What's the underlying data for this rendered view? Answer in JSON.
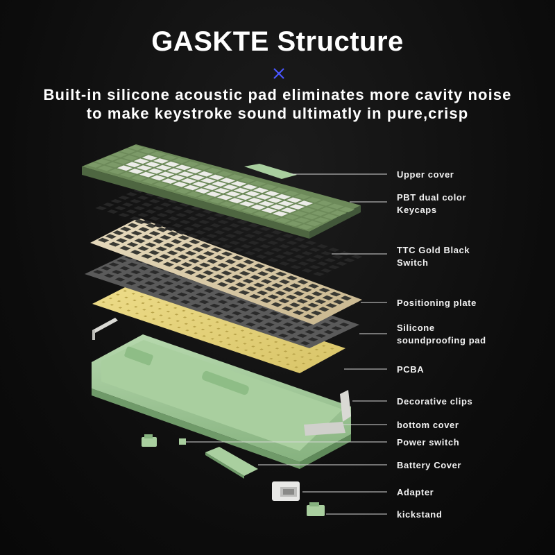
{
  "header": {
    "title": "GASKTE Structure",
    "subtitle_line1": "Built-in silicone acoustic pad eliminates more cavity noise",
    "subtitle_line2": "to make keystroke sound ultimatly in pure,crisp",
    "accent_color": "#4a56ff"
  },
  "components": [
    {
      "label": "Upper cover"
    },
    {
      "label": "PBT dual color\nKeycaps"
    },
    {
      "label": "TTC Gold Black\nSwitch"
    },
    {
      "label": "Positioning plate"
    },
    {
      "label": "Silicone\nsoundproofing pad"
    },
    {
      "label": "PCBA"
    },
    {
      "label": "Decorative clips"
    },
    {
      "label": "bottom cover"
    },
    {
      "label": "Power switch"
    },
    {
      "label": "Battery Cover"
    },
    {
      "label": "Adapter"
    },
    {
      "label": "kickstand"
    }
  ],
  "colors": {
    "case_green": "#9bc495",
    "keycap_green": "#6d8a5a",
    "keycap_white": "#e6e6e2",
    "plate_gold": "#d9c9a4",
    "pad_grey": "#6e6e6e",
    "pcb_yellow": "#e3d178",
    "leader_line": "#d8d8d8"
  }
}
